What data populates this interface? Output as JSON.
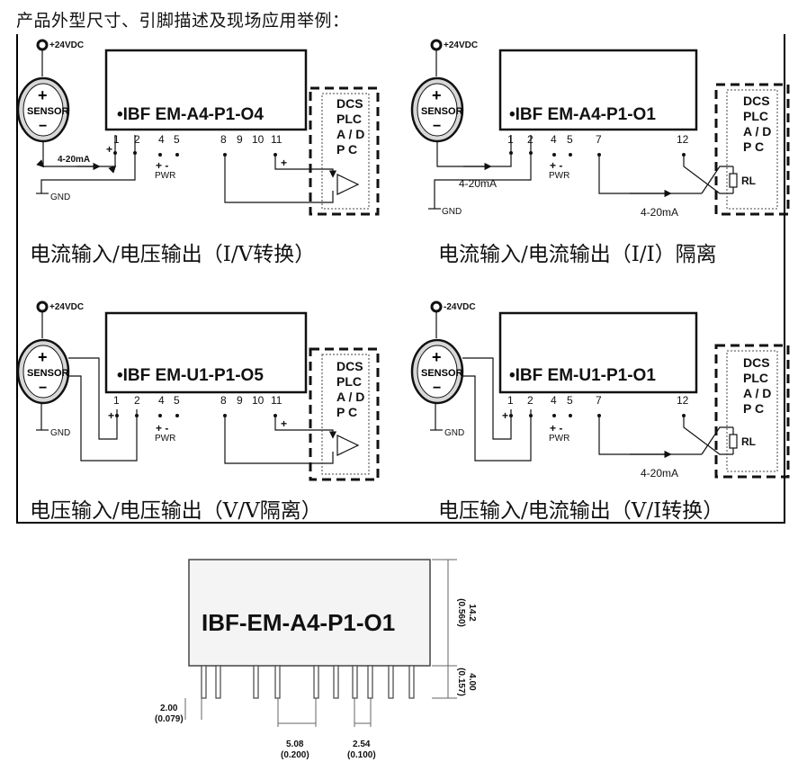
{
  "heading": "产品外型尺寸、引脚描述及现场应用举例：",
  "panels": [
    {
      "model": "•IBF  EM-A4-P1-O4",
      "supply": "+24VDC",
      "sensor": "SENSOR",
      "plus": "+",
      "minus": "−",
      "current_in": "4-20mA",
      "current_out": "",
      "gnd": "GND",
      "pins_left": [
        "1",
        "2",
        "4",
        "5"
      ],
      "pins_right": [
        "8",
        "9",
        "10",
        "11"
      ],
      "pwr": "PWR",
      "dcs": [
        "DCS",
        "PLC",
        "A / D",
        "P   C"
      ],
      "rl": "",
      "caption": "电流输入/电压输出（I/V转换）"
    },
    {
      "model": "•IBF  EM-A4-P1-O1",
      "supply": "+24VDC",
      "sensor": "SENSOR",
      "plus": "+",
      "minus": "−",
      "current_in": "4-20mA",
      "current_out": "4-20mA",
      "gnd": "GND",
      "pins_left": [
        "1",
        "2",
        "4",
        "5",
        "7"
      ],
      "pins_right": [
        "12"
      ],
      "pwr": "PWR",
      "dcs": [
        "DCS",
        "PLC",
        "A / D",
        "P   C"
      ],
      "rl": "RL",
      "caption": "电流输入/电流输出（I/I）隔离"
    },
    {
      "model": "•IBF  EM-U1-P1-O5",
      "supply": "+24VDC",
      "sensor": "SENSOR",
      "plus": "+",
      "minus": "−",
      "current_in": "",
      "current_out": "",
      "gnd": "GND",
      "pins_left": [
        "1",
        "2",
        "4",
        "5"
      ],
      "pins_right": [
        "8",
        "9",
        "10",
        "11"
      ],
      "pwr": "PWR",
      "dcs": [
        "DCS",
        "PLC",
        "A / D",
        "P   C"
      ],
      "rl": "",
      "caption": "电压输入/电压输出（V/V隔离）"
    },
    {
      "model": "•IBF  EM-U1-P1-O1",
      "supply": "-24VDC",
      "sensor": "SENSOR",
      "plus": "+",
      "minus": "−",
      "current_in": "",
      "current_out": "4-20mA",
      "gnd": "GND",
      "pins_left": [
        "1",
        "2",
        "4",
        "5",
        "7"
      ],
      "pins_right": [
        "12"
      ],
      "pwr": "PWR",
      "dcs": [
        "DCS",
        "PLC",
        "A / D",
        "P   C"
      ],
      "rl": "RL",
      "caption": "电压输入/电流输出（V/I转换）"
    }
  ],
  "package": {
    "label": "IBF-EM-A4-P1-O1",
    "dim_height": "14.2",
    "dim_height_in": "(0.560)",
    "dim_pin": "4.00",
    "dim_pin_in": "(0.157)",
    "dim_offset": "2.00",
    "dim_offset_in": "(0.079)",
    "dim_pitch_wide": "5.08",
    "dim_pitch_wide_in": "(0.200)",
    "dim_pitch": "2.54",
    "dim_pitch_in": "(0.100)"
  }
}
